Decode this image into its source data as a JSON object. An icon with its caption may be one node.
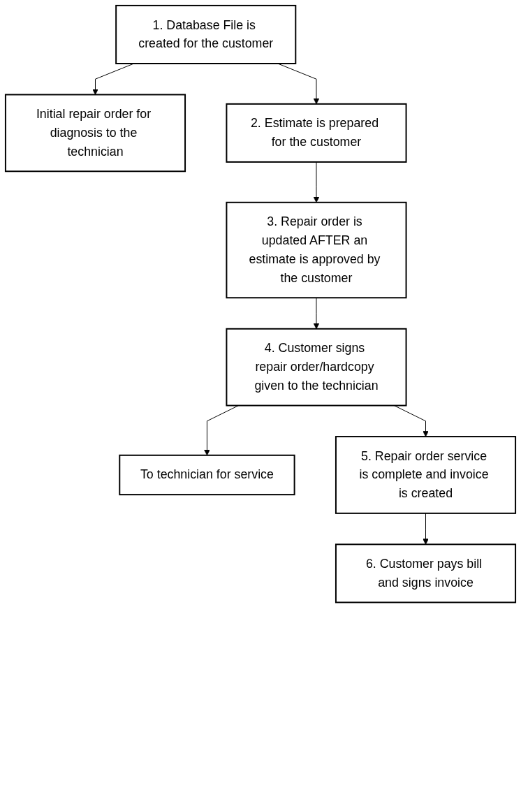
{
  "diagram": {
    "nodes": [
      {
        "text": [
          "1. Database File is created for the customer"
        ]
      },
      {
        "text": [
          "Initial repair order for diagnosis to the technician"
        ]
      },
      {
        "text": [
          "2. Estimate is prepared for the customer"
        ]
      },
      {
        "text": [
          "3. Repair order is updated AFTER an estimate is approved by the customer"
        ]
      },
      {
        "text": [
          "4. Customer signs repair order/hardcopy given to the technician"
        ]
      },
      {
        "text": [
          "To technician for service"
        ]
      },
      {
        "text": [
          "5. Repair order service is complete and invoice is created"
        ]
      },
      {
        "text": [
          "6. Customer pays bill and signs invoice"
        ]
      }
    ],
    "edges": [
      {
        "from": 0,
        "to": 2,
        "arrow": "to"
      },
      {
        "from": 0,
        "to": 1,
        "arrow": "to"
      },
      {
        "from": 2,
        "to": 3,
        "arrow": "to"
      },
      {
        "from": 3,
        "to": 4,
        "arrow": "to"
      },
      {
        "from": 4,
        "to": 5,
        "arrow": "to"
      },
      {
        "from": 4,
        "to": 6,
        "arrow": "to"
      },
      {
        "from": 6,
        "to": 7,
        "arrow": "to"
      }
    ]
  }
}
